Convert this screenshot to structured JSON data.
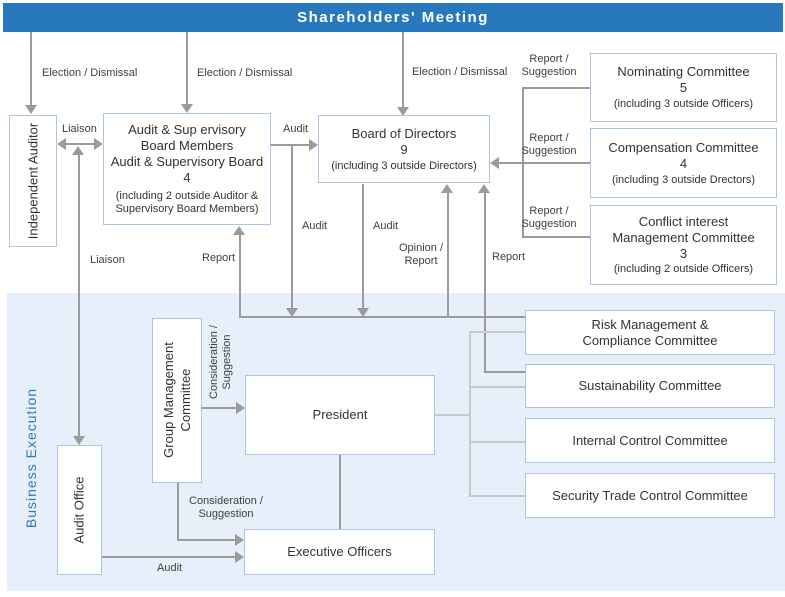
{
  "banner": {
    "title": "Shareholders' Meeting"
  },
  "section_labels": {
    "business_execution": "Business Execution"
  },
  "boxes": {
    "independent_auditor": {
      "label": "Independent Auditor"
    },
    "audit_supervisory_board": {
      "line1": "Audit & Sup ervisory",
      "line2": "Board Members",
      "line3": "Audit & Supervisory Board",
      "count": "4",
      "note_line1": "(including 2 outside Auditor &",
      "note_line2": "Supervisory Board Members)"
    },
    "board_of_directors": {
      "title": "Board of Directors",
      "count": "9",
      "note": "(including 3 outside Directors)"
    },
    "nominating_committee": {
      "title": "Nominating Committee",
      "count": "5",
      "note": "(including 3 outside Officers)"
    },
    "compensation_committee": {
      "title": "Compensation Committee",
      "count": "4",
      "note": "(including 3 outside Drectors)"
    },
    "conflict_committee": {
      "title_line1": "Conflict interest",
      "title_line2": "Management Committee",
      "count": "3",
      "note": "(including 2 outside Officers)"
    },
    "group_management_committee": {
      "line1": "Group Management",
      "line2": "Committee"
    },
    "president": {
      "label": "President"
    },
    "audit_office": {
      "label": "Audit Office"
    },
    "executive_officers": {
      "label": "Executive Officers"
    },
    "risk_management_committee": {
      "title_line1": "Risk Management &",
      "title_line2": "Compliance Committee"
    },
    "sustainability_committee": {
      "title": "Sustainability Committee"
    },
    "internal_control_committee": {
      "title": "Internal Control Committee"
    },
    "security_trade_committee": {
      "title": "Security Trade Control Committee"
    }
  },
  "edge_labels": {
    "election_dismissal_1": "Election / Dismissal",
    "election_dismissal_2": "Election / Dismissal",
    "election_dismissal_3": "Election / Dismissal",
    "liaison_1": "Liaison",
    "liaison_2": "Liaison",
    "audit_1": "Audit",
    "report_suggestion_1": {
      "line1": "Report /",
      "line2": "Suggestion"
    },
    "report_suggestion_2": {
      "line1": "Report /",
      "line2": "Suggestion"
    },
    "report_suggestion_3": {
      "line1": "Report /",
      "line2": "Suggestion"
    },
    "report_1": "Report",
    "audit_2": "Audit",
    "audit_3": "Audit",
    "opinion_report": {
      "line1": "Opinion /",
      "line2": "Report"
    },
    "report_2": "Report",
    "consideration_suggestion_1": {
      "line1": "Consideration /",
      "line2": "Suggestion"
    },
    "consideration_suggestion_2": {
      "line1": "Consideration /",
      "line2": "Suggestion"
    },
    "audit_4": "Audit"
  },
  "colors": {
    "banner_bg": "#2878BE",
    "banner_text": "#FFFFFF",
    "box_border": "#A9C6E3",
    "business_execution_bg": "#E7F0FA",
    "business_execution_text": "#3477BC",
    "line_gray": "#9B9B9B",
    "line_light_gray": "#C9C9C9",
    "label_text": "#404040"
  }
}
